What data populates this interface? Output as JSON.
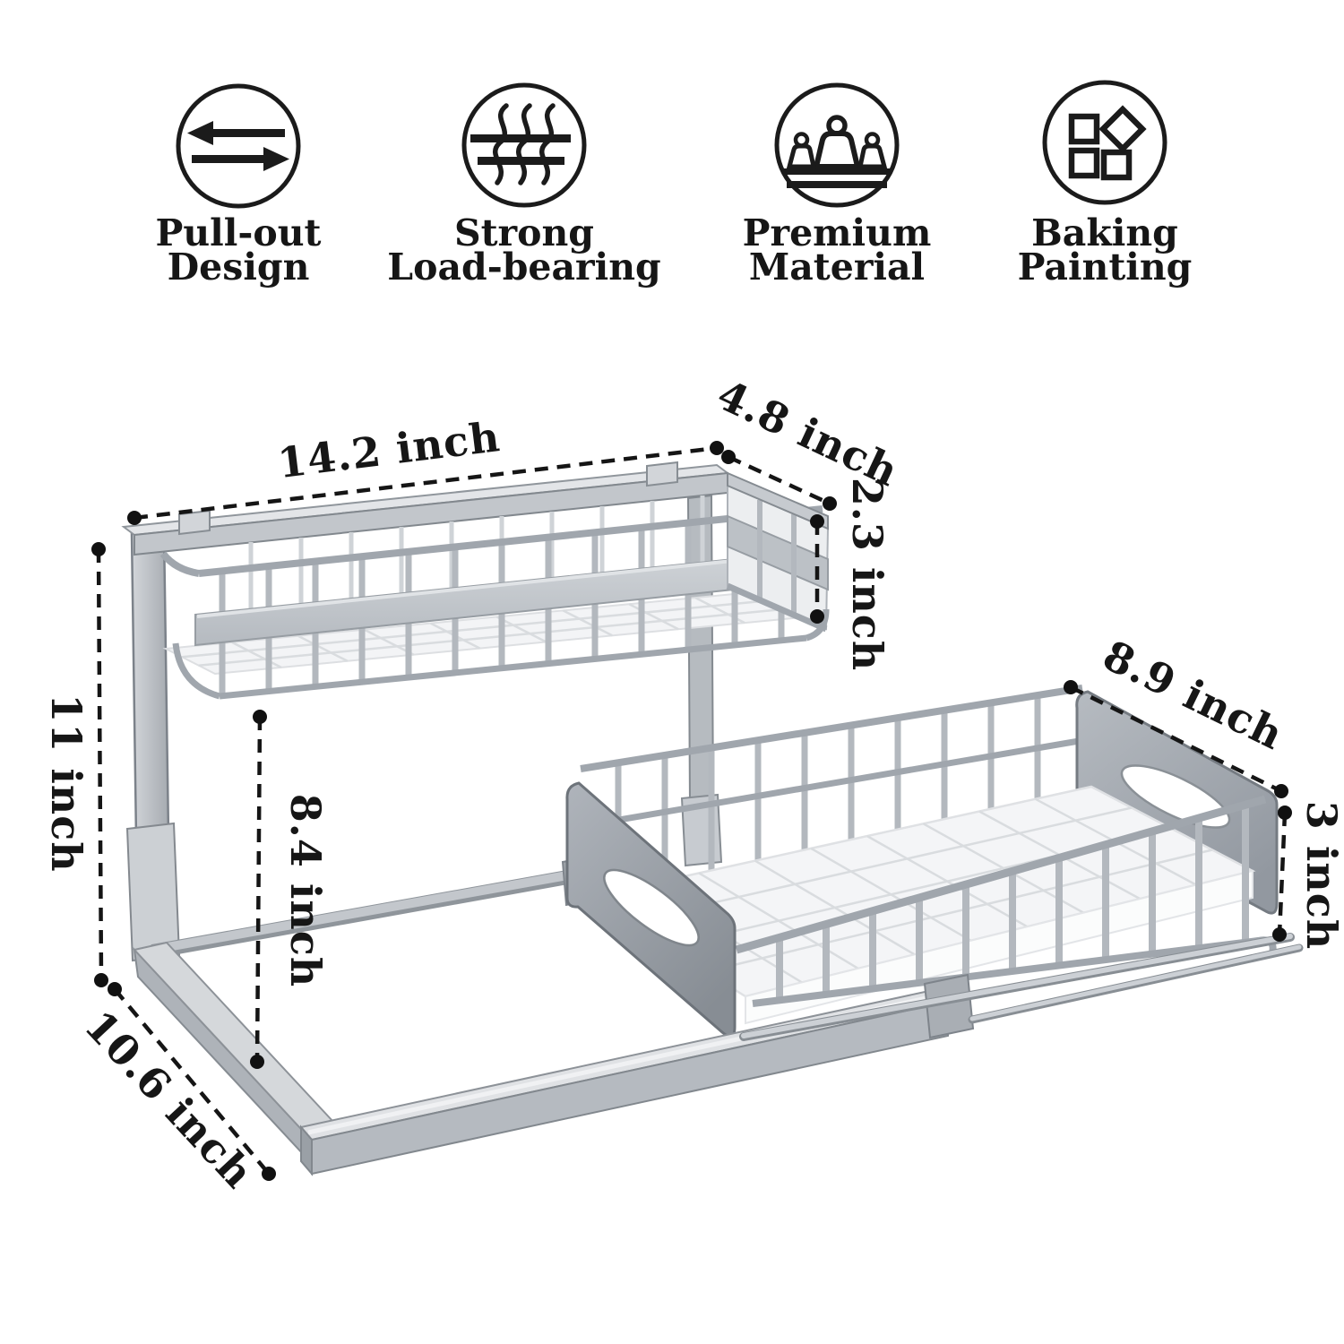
{
  "product_diagram": {
    "features": [
      {
        "icon": "pull-out-arrows-icon",
        "line1": "Pull-out",
        "line2": "Design"
      },
      {
        "icon": "load-bearing-icon",
        "line1": "Strong",
        "line2": "Load-bearing"
      },
      {
        "icon": "premium-material-weights-icon",
        "line1": "Premium",
        "line2": "Material"
      },
      {
        "icon": "baking-painting-shapes-icon",
        "line1": "Baking",
        "line2": "Painting"
      }
    ],
    "dimensions": {
      "top_basket_width": "14.2 inch",
      "top_basket_depth": "4.8 inch",
      "top_basket_height": "2.3 inch",
      "frame_height": "11 inch",
      "tier_clearance": "8.4 inch",
      "bottom_basket_depth": "8.9 inch",
      "bottom_basket_height": "3 inch",
      "base_depth": "10.6 inch"
    },
    "colors": {
      "line_art": "#1b1b1b",
      "metal_light": "#e3e5e8",
      "metal_mid": "#c2c6cb",
      "metal_dark": "#9298a0",
      "mesh_white": "#f4f5f7"
    }
  }
}
